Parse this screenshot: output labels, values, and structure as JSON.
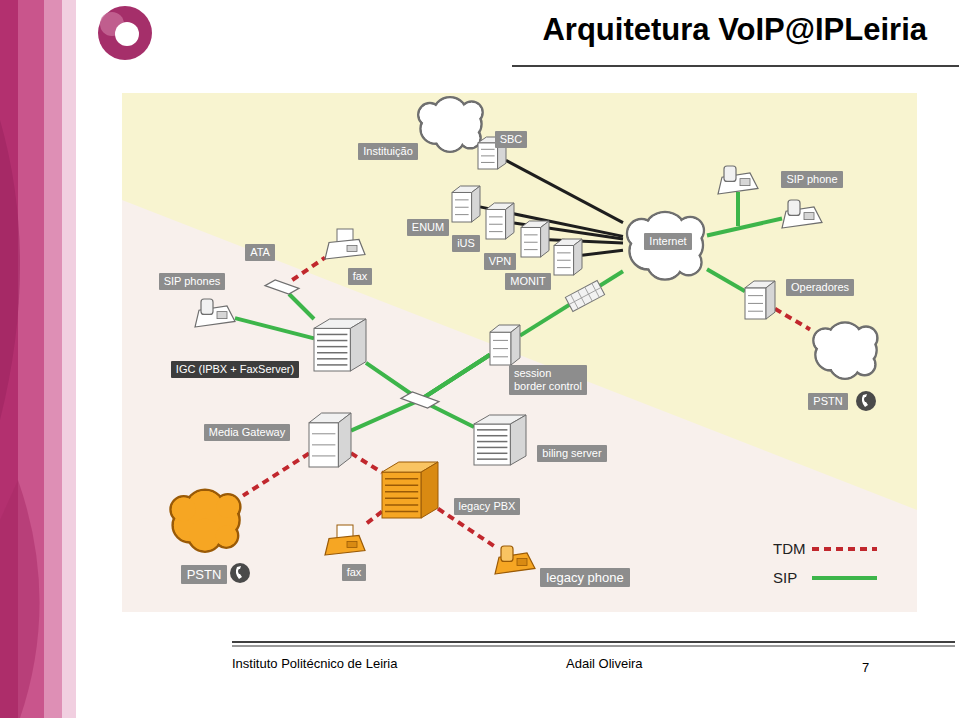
{
  "diagram": {
    "title": "Arquitetura VoIP@IPLeiria",
    "nodes": [
      {
        "text": [
          "Instituição"
        ]
      },
      {
        "text": [
          "SBC"
        ]
      },
      {
        "text": [
          "SIP phone"
        ]
      },
      {
        "text": [
          "ENUM"
        ]
      },
      {
        "text": [
          "iUS"
        ]
      },
      {
        "text": [
          "VPN"
        ]
      },
      {
        "text": [
          "MONIT"
        ]
      },
      {
        "text": [
          "Internet"
        ]
      },
      {
        "text": [
          "ATA"
        ]
      },
      {
        "text": [
          "fax"
        ]
      },
      {
        "text": [
          "SIP phones"
        ]
      },
      {
        "text": [
          "Operadores"
        ]
      },
      {
        "text": [
          "PSTN"
        ]
      },
      {
        "text": [
          "IGC (IPBX + FaxServer)"
        ]
      },
      {
        "text": [
          "session border control"
        ]
      },
      {
        "text": [
          "Media Gateway"
        ]
      },
      {
        "text": [
          "biling server"
        ]
      },
      {
        "text": [
          "PSTN"
        ]
      },
      {
        "text": [
          "legacy PBX"
        ]
      },
      {
        "text": [
          "fax"
        ]
      },
      {
        "text": [
          "legacy phone"
        ]
      }
    ],
    "edges": [
      {
        "from": 7,
        "to": 2,
        "arrow": "none"
      },
      {
        "from": 7,
        "to": 11,
        "arrow": "none"
      },
      {
        "from": 11,
        "to": 12,
        "arrow": "none"
      },
      {
        "from": 3,
        "to": 7,
        "arrow": "none"
      },
      {
        "from": 4,
        "to": 7,
        "arrow": "none"
      },
      {
        "from": 5,
        "to": 7,
        "arrow": "none"
      },
      {
        "from": 6,
        "to": 7,
        "arrow": "none"
      },
      {
        "from": 1,
        "to": 7,
        "arrow": "none"
      },
      {
        "from": 7,
        "to": 14,
        "arrow": "none"
      },
      {
        "from": 8,
        "to": 9,
        "arrow": "none"
      },
      {
        "from": 8,
        "to": 13,
        "arrow": "none"
      },
      {
        "from": 10,
        "to": 13,
        "arrow": "none"
      },
      {
        "from": 14,
        "to": 13,
        "arrow": "none"
      },
      {
        "from": 14,
        "to": 15,
        "arrow": "none"
      },
      {
        "from": 14,
        "to": 16,
        "arrow": "none"
      },
      {
        "from": 15,
        "to": 17,
        "arrow": "none"
      },
      {
        "from": 15,
        "to": 18,
        "arrow": "none"
      },
      {
        "from": 18,
        "to": 19,
        "arrow": "none"
      },
      {
        "from": 18,
        "to": 20,
        "arrow": "none"
      }
    ],
    "labels": [
      "Instituto Politécnico de Leiria",
      "Adail Oliveira",
      "7"
    ],
    "legend": [
      {
        "text": "TDM"
      },
      {
        "text": "SIP"
      }
    ]
  }
}
